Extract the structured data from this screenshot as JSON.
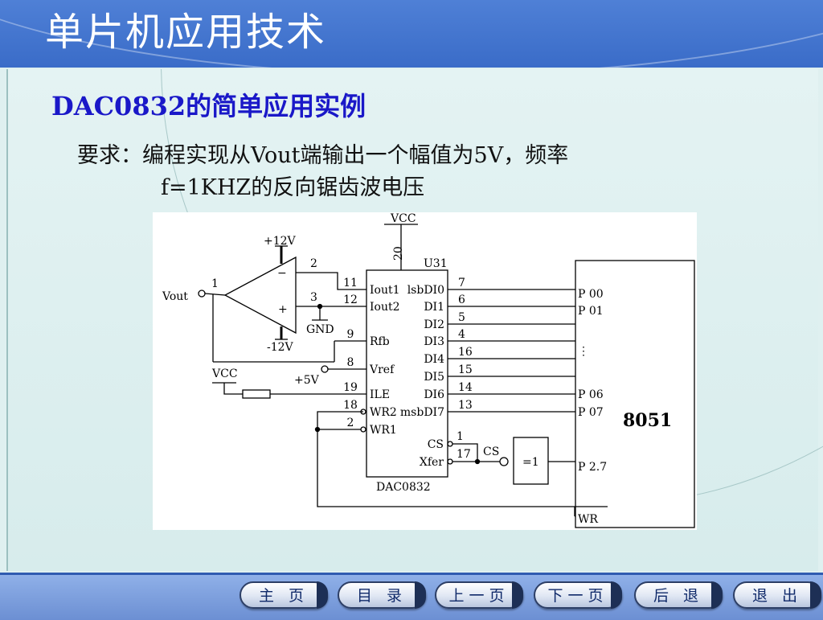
{
  "slide": {
    "title": "单片机应用技术",
    "heading": "DAC0832的简单应用实例",
    "requirement_line1": "要求：编程实现从Vout端输出一个幅值为5V，频率",
    "requirement_line2": "f=1KHZ的反向锯齿波电压"
  },
  "diagram": {
    "vcc_top": "VCC",
    "pin20": "20",
    "chip_id": "U31",
    "chip_name": "DAC0832",
    "plus12v": "+12V",
    "minus12v": "-12V",
    "vout": "Vout",
    "gnd": "GND",
    "plus5v": "+5V",
    "vcc_left": "VCC",
    "opamp_minus": "−",
    "opamp_plus": "+",
    "opamp_pins": [
      "1",
      "2",
      "3"
    ],
    "left_pins": [
      {
        "num": "11",
        "name": "Iout1"
      },
      {
        "num": "12",
        "name": "Iout2"
      },
      {
        "num": "9",
        "name": "Rfb"
      },
      {
        "num": "8",
        "name": "Vref"
      },
      {
        "num": "19",
        "name": "ILE"
      },
      {
        "num": "18",
        "name": "WR2"
      },
      {
        "num": "2",
        "name": "WR1"
      }
    ],
    "right_pins": [
      {
        "num": "7",
        "name": "lsbDI0"
      },
      {
        "num": "6",
        "name": "DI1"
      },
      {
        "num": "5",
        "name": "DI2"
      },
      {
        "num": "4",
        "name": "DI3"
      },
      {
        "num": "16",
        "name": "DI4"
      },
      {
        "num": "15",
        "name": "DI5"
      },
      {
        "num": "14",
        "name": "DI6"
      },
      {
        "num": "13",
        "name": "msbDI7"
      }
    ],
    "cs_pins": [
      {
        "num": "1",
        "name": "CS"
      },
      {
        "num": "17",
        "name": "Xfer"
      }
    ],
    "cs_label": "CS",
    "gate_label": "=1",
    "mcu_name": "8051",
    "mcu_ports": [
      "P 00",
      "P 01",
      "⋮",
      "P 06",
      "P 07",
      "P 2.7",
      "WR"
    ]
  },
  "nav": {
    "home": "主 页",
    "toc": "目 录",
    "prev": "上一页",
    "next": "下一页",
    "back": "后 退",
    "exit": "退 出"
  }
}
